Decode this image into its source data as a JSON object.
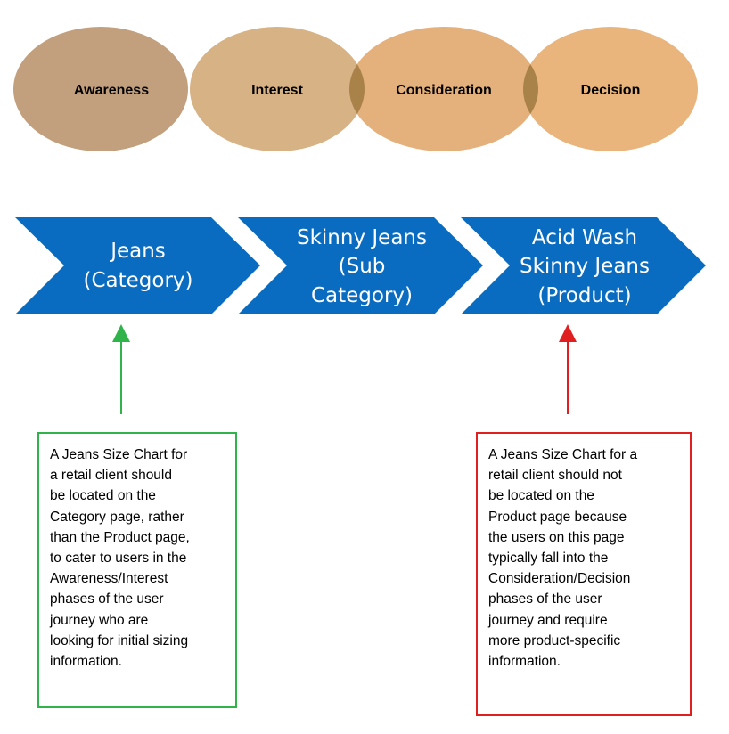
{
  "colors": {
    "awareness": "#c2a07e",
    "interest": "#d7b285",
    "consideration": "#e4b07b",
    "decision": "#eab57c",
    "overlap": "#a9824a",
    "chevron": "#0a6cc0",
    "green_arrow": "#2fb34a",
    "red_arrow": "#e02020"
  },
  "stages": [
    {
      "label": "Awareness"
    },
    {
      "label": "Interest"
    },
    {
      "label": "Consideration"
    },
    {
      "label": "Decision"
    }
  ],
  "chevrons": [
    {
      "lines": [
        "Jeans",
        "(Category)"
      ]
    },
    {
      "lines": [
        "Skinny Jeans",
        "(Sub",
        "Category)"
      ]
    },
    {
      "lines": [
        "Acid Wash",
        "Skinny Jeans",
        "(Product)"
      ]
    }
  ],
  "notes": {
    "left": {
      "lines": [
        "A Jeans Size Chart for",
        "a retail client should",
        "be located on the",
        "Category page, rather",
        "than the Product page,",
        "to cater to users in the",
        "Awareness/Interest",
        "phases of the user",
        "journey who are",
        "looking for initial sizing",
        "information."
      ]
    },
    "right": {
      "lines": [
        "A Jeans Size Chart for a",
        "retail client should not",
        "be located on the",
        "Product page because",
        "the users on this page",
        "typically fall into the",
        "Consideration/Decision",
        "phases of the user",
        "journey and require",
        "more product-specific",
        "information."
      ]
    }
  }
}
